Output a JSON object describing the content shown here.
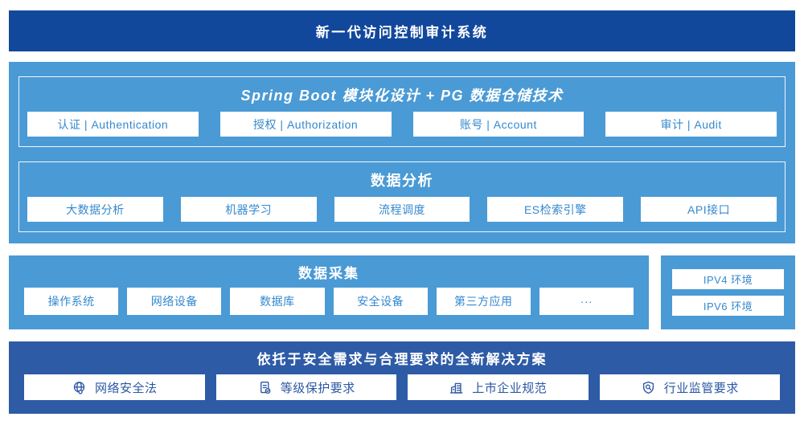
{
  "colors": {
    "banner_bg": "#11489c",
    "light_section_bg": "#4a9ad5",
    "bottom_section_bg": "#2e5ba6",
    "light_box_text": "#3389cf",
    "bottom_box_text": "#2b57a5",
    "title_text": "#ffffff"
  },
  "banner": {
    "title": "新一代访问控制审计系统"
  },
  "platform": {
    "modules_group": {
      "title": "Spring Boot 模块化设计 + PG 数据仓储技术",
      "items": [
        "认证 | Authentication",
        "授权 | Authorization",
        "账号 | Account",
        "审计 | Audit"
      ]
    },
    "analysis_group": {
      "title": "数据分析",
      "items": [
        "大数据分析",
        "机器学习",
        "流程调度",
        "ES检索引擎",
        "API接口"
      ]
    }
  },
  "collection": {
    "title": "数据采集",
    "items": [
      "操作系统",
      "网络设备",
      "数据库",
      "安全设备",
      "第三方应用",
      "···"
    ],
    "environments": [
      "IPV4 环境",
      "IPV6 环境"
    ]
  },
  "solution": {
    "title": "依托于安全需求与合理要求的全新解决方案",
    "items": [
      {
        "icon": "globe-icon",
        "label": "网络安全法"
      },
      {
        "icon": "document-check-icon",
        "label": "等级保护要求"
      },
      {
        "icon": "building-icon",
        "label": "上市企业规范"
      },
      {
        "icon": "shield-search-icon",
        "label": "行业监管要求"
      }
    ]
  }
}
